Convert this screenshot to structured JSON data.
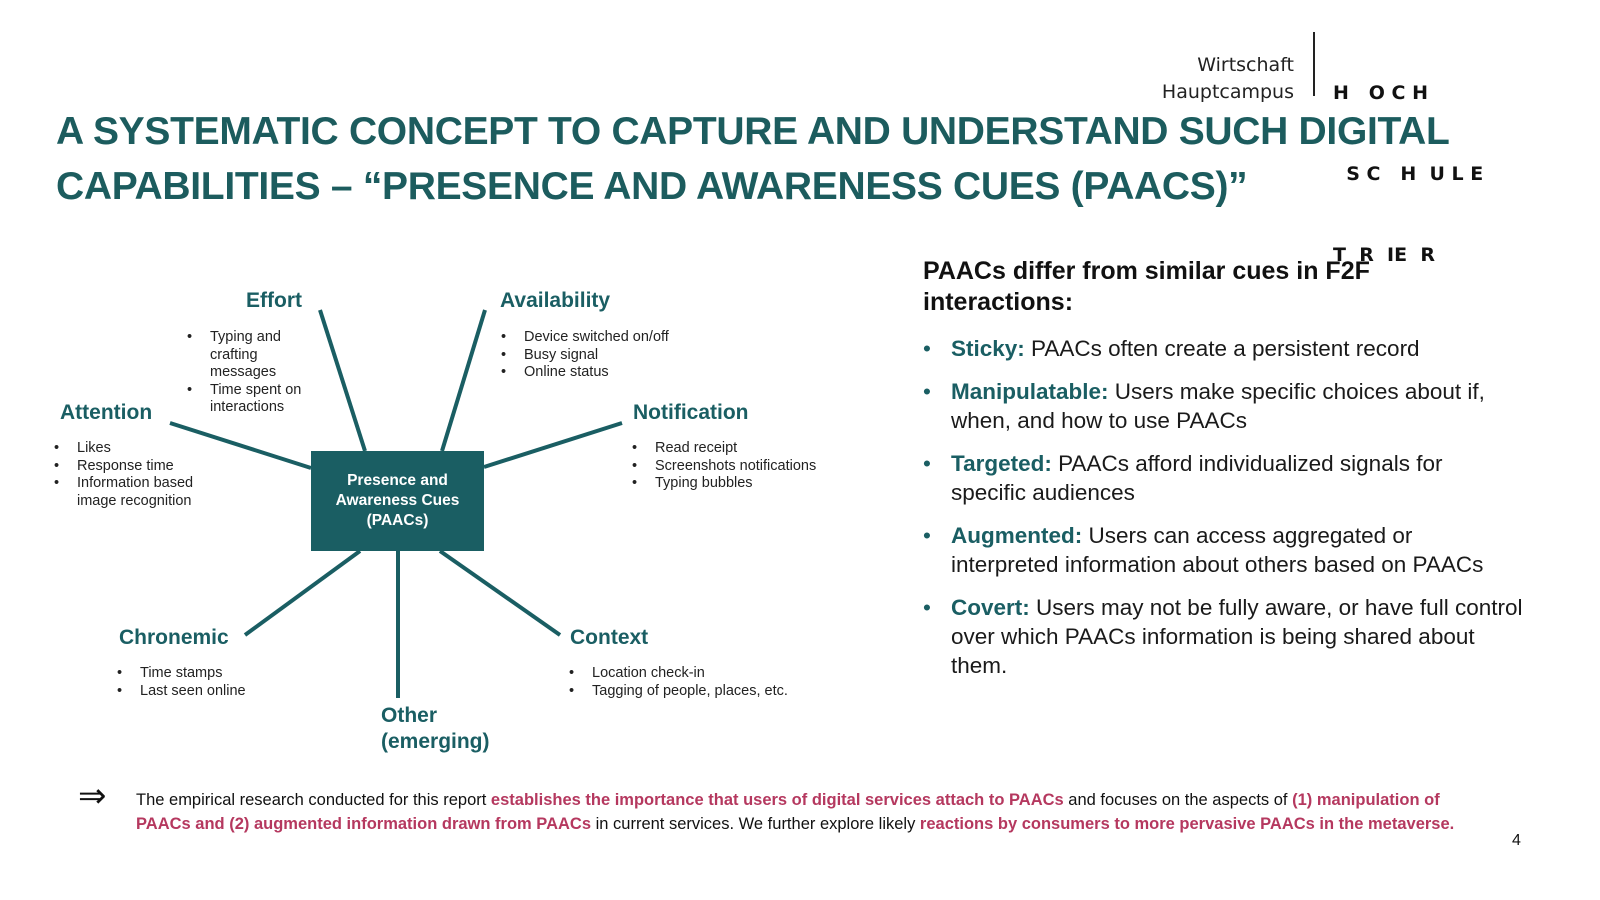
{
  "logo": {
    "left_lines": [
      "Wirtschaft",
      "Hauptcampus"
    ],
    "right_lines": [
      "H   O C H",
      "  S C   H  U L E",
      "T  R  IE  R"
    ]
  },
  "title": "A SYSTEMATIC CONCEPT TO CAPTURE AND UNDERSTAND SUCH DIGITAL CAPABILITIES – “PRESENCE AND AWARENESS CUES (PAACS)”",
  "diagram": {
    "center": "Presence and Awareness Cues (PAACs)",
    "effort": {
      "label": "Effort",
      "items": [
        "Typing and crafting messages",
        "Time spent on interactions"
      ]
    },
    "availability": {
      "label": "Availability",
      "items": [
        "Device switched on/off",
        "Busy signal",
        "Online status"
      ]
    },
    "attention": {
      "label": "Attention",
      "items": [
        "Likes",
        "Response time",
        "Information based image recognition"
      ]
    },
    "notification": {
      "label": "Notification",
      "items": [
        "Read receipt",
        "Screenshots notifications",
        "Typing bubbles"
      ]
    },
    "chronemic": {
      "label": "Chronemic",
      "items": [
        "Time stamps",
        "Last seen online"
      ]
    },
    "context": {
      "label": "Context",
      "items": [
        "Location check-in",
        "Tagging of people, places, etc."
      ]
    },
    "other": {
      "label": "Other (emerging)"
    }
  },
  "right": {
    "heading": "PAACs differ from similar cues in F2F interactions:",
    "items": [
      {
        "term": "Sticky:",
        "text": " PAACs often create a persistent record"
      },
      {
        "term": "Manipulatable:",
        "text": " Users make specific choices about if, when, and how to use PAACs"
      },
      {
        "term": "Targeted:",
        "text": " PAACs afford individualized signals for specific audiences"
      },
      {
        "term": "Augmented:",
        "text": " Users can access aggregated or interpreted information about others based on PAACs"
      },
      {
        "term": "Covert:",
        "text": " Users may not be fully aware, or have full control over which PAACs information is being shared about them."
      }
    ]
  },
  "footer": {
    "arrow": "⇒",
    "t1": "The empirical research conducted for this report ",
    "h1": "establishes the importance that users of digital services attach to PAACs",
    "t2": " and focuses on the aspects of ",
    "h2": "(1) manipulation of PAACs and (2) augmented information drawn from PAACs",
    "t3": " in current services. We further explore likely ",
    "h3": "reactions by consumers to more pervasive PAACs in the metaverse."
  },
  "page_number": "4",
  "colors": {
    "teal": "#1a5e63",
    "highlight": "#b5385f"
  }
}
